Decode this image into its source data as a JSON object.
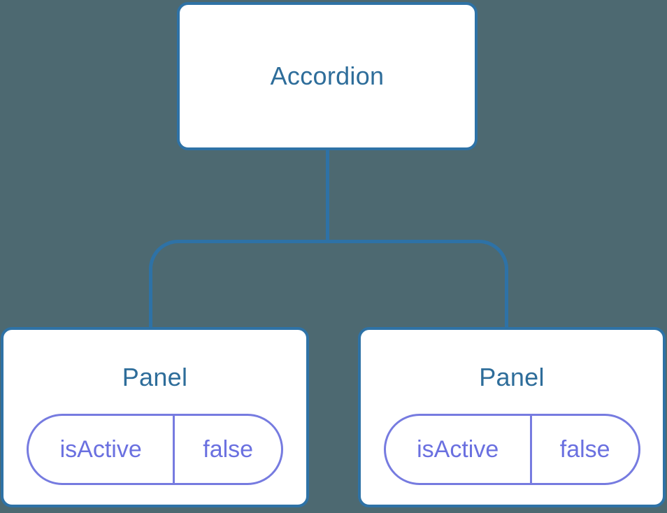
{
  "diagram": {
    "root": {
      "label": "Accordion"
    },
    "children": [
      {
        "label": "Panel",
        "state": {
          "key": "isActive",
          "value": "false"
        }
      },
      {
        "label": "Panel",
        "state": {
          "key": "isActive",
          "value": "false"
        }
      }
    ]
  },
  "colors": {
    "background": "#4d6971",
    "connector": "#2e72a6",
    "box_border": "#2e72a6",
    "box_background": "#ffffff",
    "box_text": "#2e6d9a",
    "pill_border": "#767be0",
    "pill_text": "#6a70e0"
  }
}
